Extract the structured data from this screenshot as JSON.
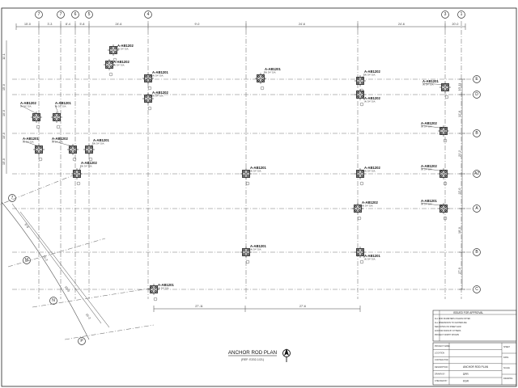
{
  "drawing": {
    "title": "ANCHOR ROD PLAN",
    "reference": "(REF: E202-1/21)"
  },
  "top_grid_labels": [
    "7",
    "7",
    "6",
    "5",
    "4",
    "3",
    "2",
    "1"
  ],
  "top_dimensions": [
    "15'-0",
    "3'-3",
    "8'-4",
    "5'-8",
    "24'-6",
    "9'-0",
    "24'-6",
    "24'-6",
    "20'-0"
  ],
  "right_grid_labels": [
    "E",
    "D",
    "B",
    "A2",
    "A",
    "B",
    "C"
  ],
  "right_dimensions": [
    "10'-11",
    "12'-6",
    "21'-2",
    "22'-0",
    "18'-0",
    "27'-0"
  ],
  "diagonal_grid_labels": [
    "7",
    "M",
    "N",
    "P"
  ],
  "diagonal_dimensions": [
    "9'-8",
    "15'-2",
    "10'-0",
    "15'-2"
  ],
  "bottom_dimensions": [
    "27'-11",
    "27'-6"
  ],
  "left_dimensions": [
    "11'-1",
    "15'-0",
    "10'-0",
    "10'-0",
    "15'-0"
  ],
  "anchor_tags": [
    {
      "label": "A-AB1202",
      "sub": "(4) 3/4\" DIA."
    },
    {
      "label": "A-AB1202",
      "sub": "(4) 3/4\" DIA."
    },
    {
      "label": "A-AB1201",
      "sub": "(4) 3/4\" DIA."
    },
    {
      "label": "A-AB1202",
      "sub": "(4) 3/4\" DIA."
    },
    {
      "label": "A-AB1202",
      "sub": "(4) 3/4\" DIA."
    },
    {
      "label": "A-AB1201",
      "sub": "(4) 3/4\" DIA."
    },
    {
      "label": "A-AB1201",
      "sub": "(4) 3/4\" DIA."
    },
    {
      "label": "A-AB1202",
      "sub": "(4) 3/4\" DIA."
    },
    {
      "label": "A-AB1202",
      "sub": "(4) 3/4\" DIA."
    },
    {
      "label": "A-AB1201",
      "sub": "(4) 3/4\" DIA."
    },
    {
      "label": "A-AB1201",
      "sub": "(4) 3/4\" DIA."
    },
    {
      "label": "A-AB1202",
      "sub": "(4) 3/4\" DIA."
    },
    {
      "label": "A-AB1201",
      "sub": "(4) 3/4\" DIA."
    },
    {
      "label": "A-AB1202",
      "sub": "(4) 3/4\" DIA."
    },
    {
      "label": "A-AB1202",
      "sub": "(4) 3/4\" DIA."
    },
    {
      "label": "A-AB1202",
      "sub": "(4) 3/4\" DIA."
    },
    {
      "label": "A-AB1202",
      "sub": "(4) 3/4\" DIA."
    },
    {
      "label": "A-AB1202",
      "sub": "(4) 3/4\" DIA."
    },
    {
      "label": "A-AB1201",
      "sub": "(4) 3/4\" DIA."
    },
    {
      "label": "A-AB1201",
      "sub": "(4) 3/4\" DIA."
    },
    {
      "label": "A-AB1201",
      "sub": "(4) 3/4\" DIA."
    },
    {
      "label": "A-AB1201",
      "sub": "(4) 3/4\" DIA."
    },
    {
      "label": "A-AB1201",
      "sub": "(4) 3/4\" DIA."
    }
  ],
  "revision_block": {
    "title": "ISSUED FOR APPROVAL",
    "rows": [
      "ALL ROD DIAMETERS UNLESS NOTED",
      "ALL DIMENSIONS TO CENTERLINE",
      "SEE NOTES ON SHEET E100",
      "ANCHOR RODS BY OTHERS",
      "PROJECT NORTH SHOWN"
    ]
  },
  "title_block": {
    "rows": [
      {
        "label": "PROJECT NAME",
        "value": ""
      },
      {
        "label": "LOCATION",
        "value": ""
      },
      {
        "label": "CONTRACTOR",
        "value": ""
      },
      {
        "label": "DESCRIPTION",
        "value": "ANCHOR ROD PLAN"
      },
      {
        "label": "DRAWN BY",
        "value": "DPR"
      },
      {
        "label": "CHECKED BY",
        "value": "KGR"
      }
    ],
    "side_labels": [
      "SHEET",
      "DATE",
      "SCALE",
      "DRAWING"
    ]
  }
}
